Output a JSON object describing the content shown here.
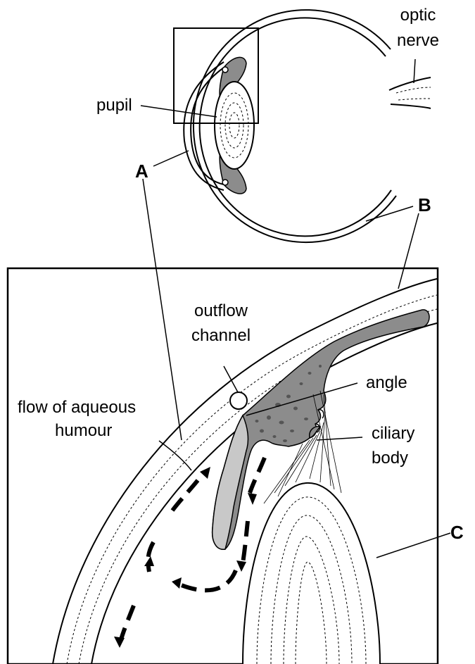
{
  "labels": {
    "optic_nerve_1": "optic",
    "optic_nerve_2": "nerve",
    "pupil": "pupil",
    "A": "A",
    "B": "B",
    "C": "C",
    "outflow_1": "outflow",
    "outflow_2": "channel",
    "angle": "angle",
    "flow_1": "flow of aqueous",
    "flow_2": "humour",
    "ciliary_1": "ciliary",
    "ciliary_2": "body"
  },
  "colors": {
    "line": "#000000",
    "iris_dark": "#8c8c8c",
    "iris_light": "#c8c8c8",
    "background": "#ffffff"
  }
}
